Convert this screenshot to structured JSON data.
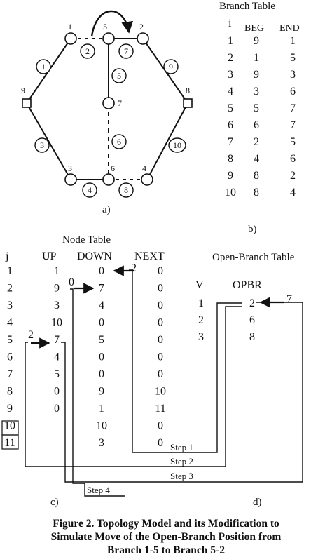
{
  "graph": {
    "nodes": [
      {
        "id": "1",
        "label": "1",
        "shape": "circle"
      },
      {
        "id": "2",
        "label": "2",
        "shape": "circle"
      },
      {
        "id": "3",
        "label": "3",
        "shape": "circle"
      },
      {
        "id": "4",
        "label": "4",
        "shape": "circle"
      },
      {
        "id": "5",
        "label": "5",
        "shape": "circle"
      },
      {
        "id": "6",
        "label": "6",
        "shape": "circle"
      },
      {
        "id": "7",
        "label": "7",
        "shape": "circle"
      },
      {
        "id": "8",
        "label": "8",
        "shape": "square"
      },
      {
        "id": "9",
        "label": "9",
        "shape": "square"
      }
    ],
    "branches": [
      {
        "label": "1",
        "from": "9",
        "to": "1",
        "style": "solid"
      },
      {
        "label": "2",
        "from": "1",
        "to": "5",
        "style": "dashed"
      },
      {
        "label": "3",
        "from": "9",
        "to": "3",
        "style": "solid"
      },
      {
        "label": "4",
        "from": "3",
        "to": "6",
        "style": "solid"
      },
      {
        "label": "5",
        "from": "5",
        "to": "7",
        "style": "solid"
      },
      {
        "label": "6",
        "from": "6",
        "to": "7",
        "style": "dashed"
      },
      {
        "label": "7",
        "from": "2",
        "to": "5",
        "style": "solid"
      },
      {
        "label": "8",
        "from": "4",
        "to": "6",
        "style": "dashed"
      },
      {
        "label": "9",
        "from": "8",
        "to": "2",
        "style": "solid"
      },
      {
        "label": "10",
        "from": "8",
        "to": "4",
        "style": "solid"
      }
    ],
    "caption": "a)"
  },
  "branch_table": {
    "title": "Branch Table",
    "headers": [
      "i",
      "BEG",
      "END"
    ],
    "rows": [
      [
        "1",
        "9",
        "1"
      ],
      [
        "2",
        "1",
        "5"
      ],
      [
        "3",
        "9",
        "3"
      ],
      [
        "4",
        "3",
        "6"
      ],
      [
        "5",
        "5",
        "7"
      ],
      [
        "6",
        "6",
        "7"
      ],
      [
        "7",
        "2",
        "5"
      ],
      [
        "8",
        "4",
        "6"
      ],
      [
        "9",
        "8",
        "2"
      ],
      [
        "10",
        "8",
        "4"
      ]
    ],
    "caption": "b)"
  },
  "node_table": {
    "title": "Node Table",
    "headers": [
      "j",
      "UP",
      "DOWN",
      "NEXT"
    ],
    "rows": [
      [
        "1",
        "1",
        "0",
        "0"
      ],
      [
        "2",
        "9",
        "7",
        "0"
      ],
      [
        "3",
        "3",
        "4",
        "0"
      ],
      [
        "4",
        "10",
        "0",
        "0"
      ],
      [
        "5",
        "7",
        "5",
        "0"
      ],
      [
        "6",
        "4",
        "0",
        "0"
      ],
      [
        "7",
        "5",
        "0",
        "0"
      ],
      [
        "8",
        "0",
        "9",
        "10"
      ],
      [
        "9",
        "0",
        "1",
        "11"
      ],
      [
        "10",
        "",
        "10",
        "0"
      ],
      [
        "11",
        "",
        "3",
        "0"
      ]
    ],
    "boxed_j": [
      "10",
      "11"
    ],
    "caption": "c)"
  },
  "open_branch_table": {
    "title": "Open-Branch Table",
    "headers": [
      "V",
      "OPBR"
    ],
    "rows": [
      [
        "1",
        "2"
      ],
      [
        "2",
        "6"
      ],
      [
        "3",
        "8"
      ]
    ],
    "caption": "d)"
  },
  "annotations": {
    "old_values": [
      "2",
      "0",
      "2",
      "7"
    ],
    "steps": [
      "Step 1",
      "Step 2",
      "Step 3",
      "Step 4"
    ]
  },
  "figure_caption": {
    "line1": "Figure 2. Topology Model and its Modification to",
    "line2": "Simulate Move of the Open-Branch Position from",
    "line3": "Branch 1-5 to Branch 5-2"
  }
}
